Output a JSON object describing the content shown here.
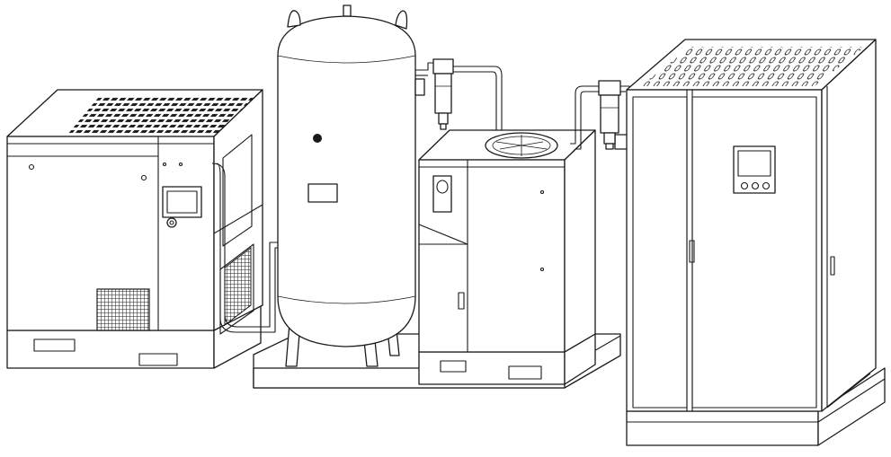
{
  "image": {
    "style": "black line art on white background",
    "colors": {
      "line": "#1a1a1a",
      "background": "#ffffff"
    }
  },
  "equipment": [
    {
      "id": "screw-air-compressor",
      "icons": [
        "control-panel-screen-icon",
        "emergency-stop-button-icon",
        "vent-grille-icon"
      ]
    },
    {
      "id": "vertical-air-receiver-tank",
      "icons": [
        "pressure-gauge-icon",
        "nameplate-icon"
      ]
    },
    {
      "id": "inline-filter-1",
      "icons": [
        "filter-housing-icon"
      ]
    },
    {
      "id": "refrigerated-air-dryer",
      "icons": [
        "cooling-fan-icon",
        "display-icon",
        "door-handle-icon"
      ]
    },
    {
      "id": "inline-filter-2",
      "icons": [
        "filter-housing-icon"
      ]
    },
    {
      "id": "generator-cabinet",
      "icons": [
        "touchscreen-panel-icon",
        "control-knobs-icon",
        "door-handle-icon",
        "top-vent-grille-icon"
      ]
    }
  ]
}
